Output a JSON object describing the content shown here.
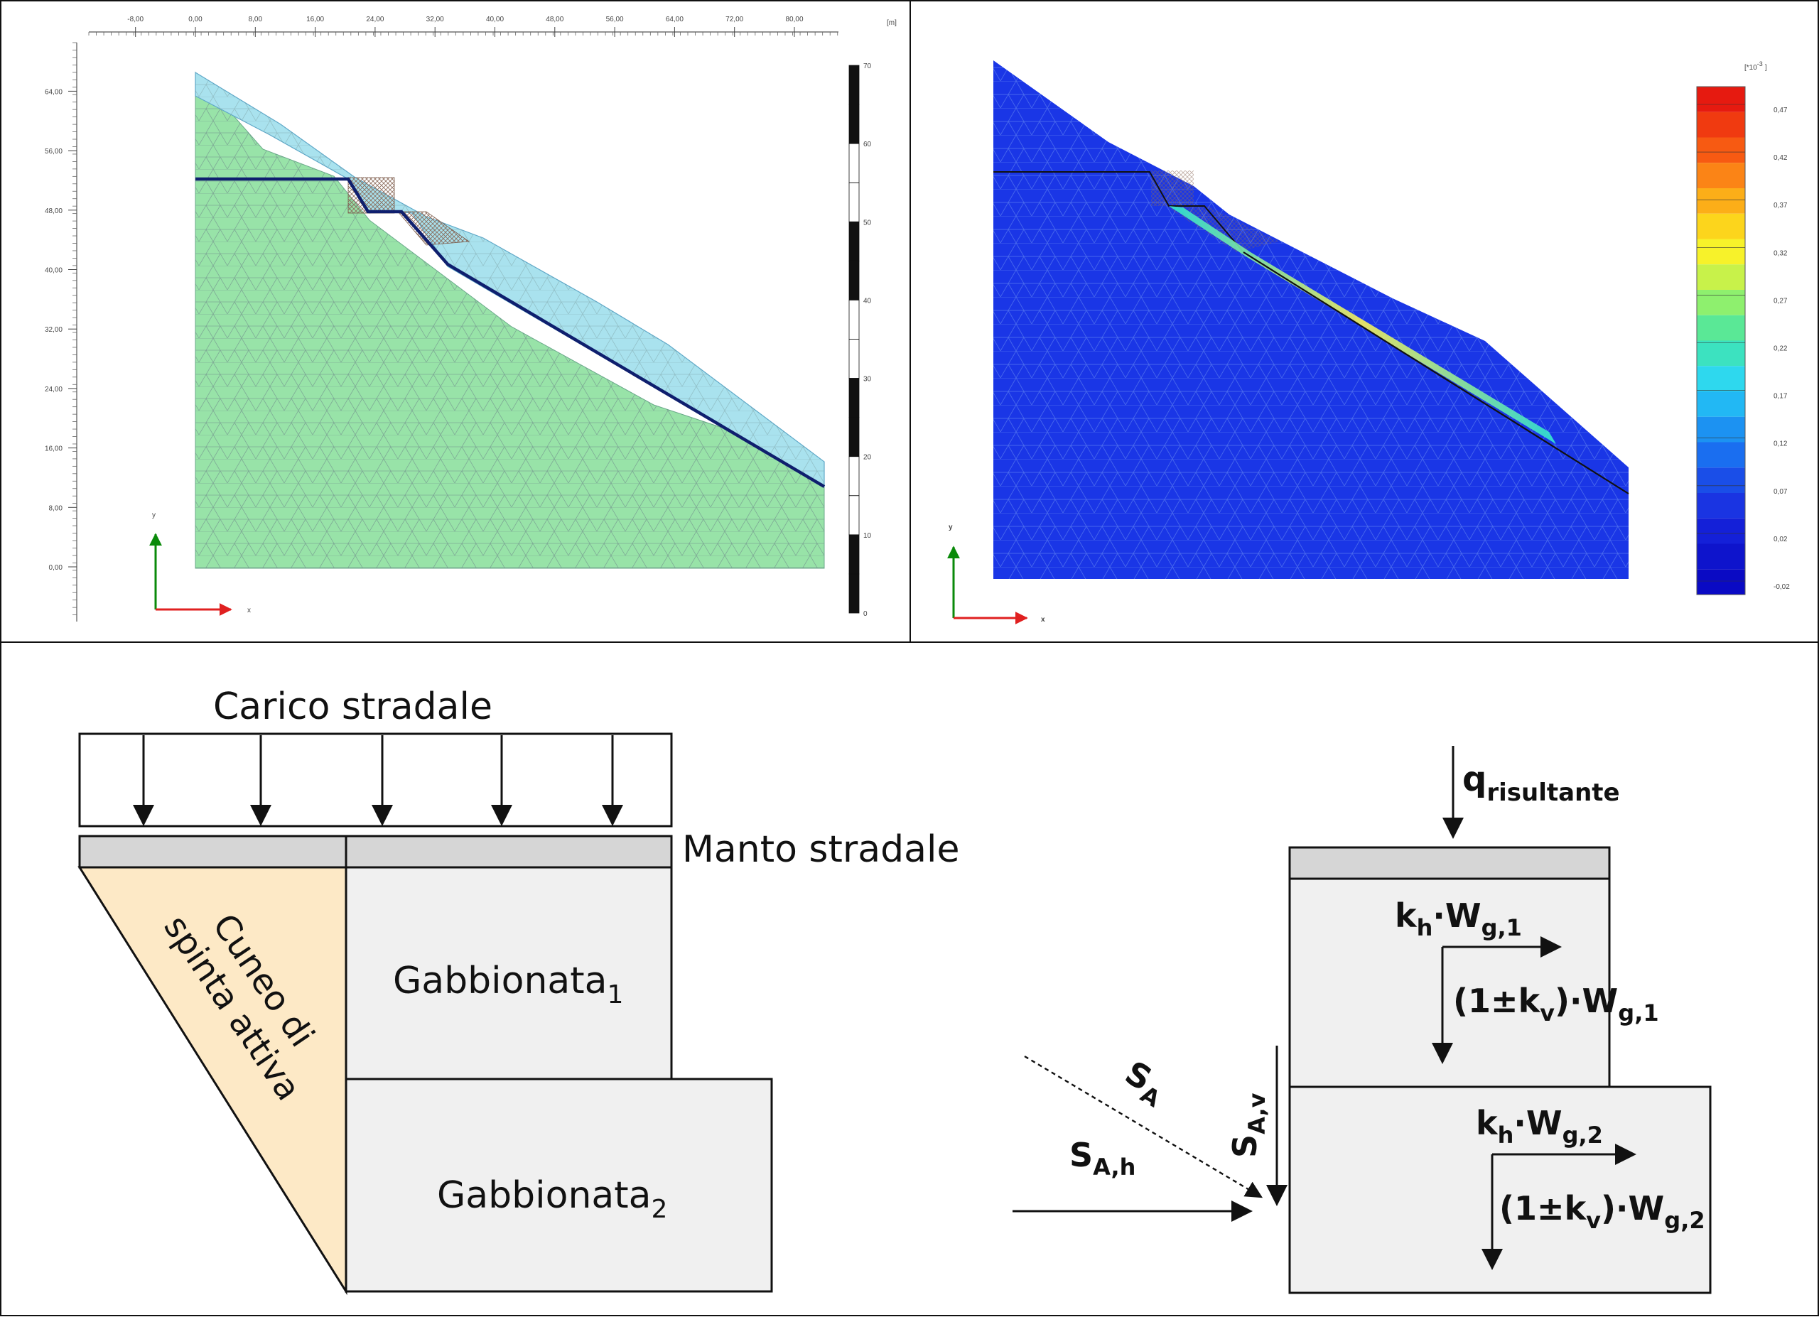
{
  "panel_mesh": {
    "top_ticks": [
      "-8,00",
      "0,00",
      "8,00",
      "16,00",
      "24,00",
      "32,00",
      "40,00",
      "48,00",
      "56,00",
      "64,00",
      "72,00",
      "80,00"
    ],
    "unit": "[m]",
    "left_ticks": [
      "64,00",
      "56,00",
      "48,00",
      "40,00",
      "32,00",
      "24,00",
      "16,00",
      "8,00",
      "0,00"
    ],
    "scale_ticks": [
      "70",
      "60",
      "50",
      "40",
      "30",
      "20",
      "10",
      "0"
    ],
    "axis_x": "x",
    "axis_y": "y",
    "colors": {
      "soil": "#98e3a8",
      "cover": "#a9e2ee",
      "line": "#0f1f6e"
    }
  },
  "panel_strain": {
    "legend_title": "[*10",
    "legend_exp": "-3",
    "legend_close": "]",
    "legend_values": [
      "0,47",
      "0,42",
      "0,37",
      "0,32",
      "0,27",
      "0,22",
      "0,17",
      "0,12",
      "0,07",
      "0,02",
      "-0,02"
    ],
    "axis_x": "x",
    "axis_y": "y"
  },
  "scheme": {
    "carico": "Carico stradale",
    "manto": "Manto stradale",
    "cuneo_line1": "Cuneo di",
    "cuneo_line2": "spinta attiva",
    "gab1": "Gabbionata",
    "gab1_sub": "1",
    "gab2": "Gabbionata",
    "gab2_sub": "2"
  },
  "forces": {
    "q": "q",
    "q_sub": "risultante",
    "kh": "k",
    "kh_sub": "h",
    "wg": "·W",
    "wg1_sub": "g,1",
    "wg2_sub": "g,2",
    "kv_open": "(1±k",
    "kv_sub": "v",
    "kv_close": ")·W",
    "sa": "S",
    "sa_sub": "A",
    "sah_sub": "A,h",
    "sav_sub": "A,v"
  }
}
